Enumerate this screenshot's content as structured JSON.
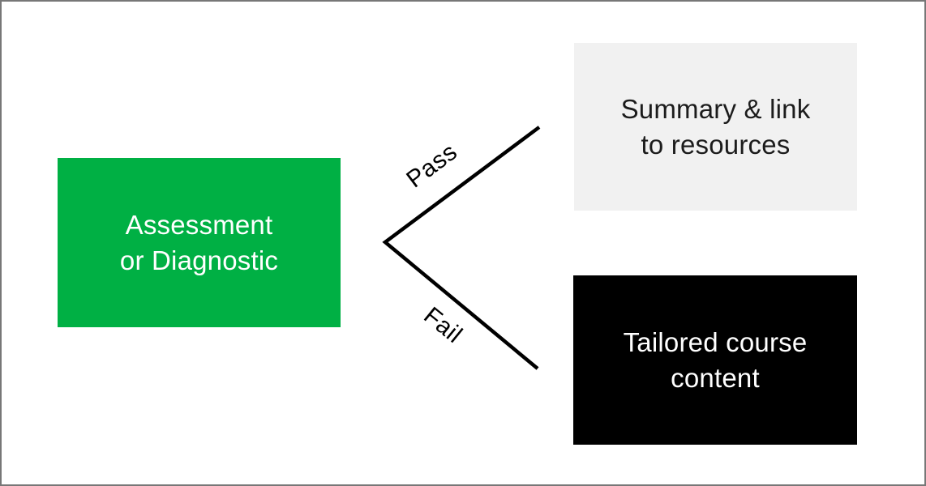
{
  "diagram": {
    "start_node": {
      "lines": [
        "Assessment",
        "or Diagnostic"
      ],
      "bg_color": "#00b044",
      "text_color": "#ffffff"
    },
    "pass_branch": {
      "label": "Pass"
    },
    "fail_branch": {
      "label": "Fail"
    },
    "pass_result_node": {
      "lines": [
        "Summary & link",
        "to resources"
      ],
      "bg_color": "#f1f1f1",
      "text_color": "#1c1c1c"
    },
    "fail_result_node": {
      "lines": [
        "Tailored course",
        "content"
      ],
      "bg_color": "#000000",
      "text_color": "#ffffff"
    },
    "branch_line_color": "#000000"
  }
}
